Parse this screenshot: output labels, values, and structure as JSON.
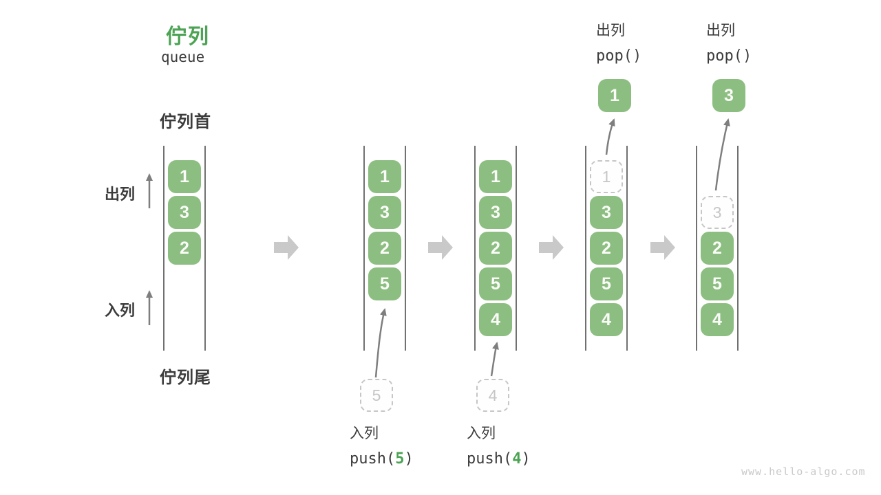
{
  "title": {
    "zh": "佇列",
    "en": "queue"
  },
  "side_labels": {
    "front": "佇列首",
    "rear": "佇列尾",
    "dequeue": "出列",
    "enqueue": "入列"
  },
  "queue_states": [
    {
      "row_offset": 0,
      "cells": [
        {
          "value": "1"
        },
        {
          "value": "3"
        },
        {
          "value": "2"
        }
      ]
    },
    {
      "row_offset": 0,
      "cells": [
        {
          "value": "1"
        },
        {
          "value": "3"
        },
        {
          "value": "2"
        },
        {
          "value": "5"
        }
      ]
    },
    {
      "row_offset": 0,
      "cells": [
        {
          "value": "1"
        },
        {
          "value": "3"
        },
        {
          "value": "2"
        },
        {
          "value": "5"
        },
        {
          "value": "4"
        }
      ]
    },
    {
      "row_offset": 0,
      "cells": [
        {
          "value": "1",
          "ghost": true
        },
        {
          "value": "3"
        },
        {
          "value": "2"
        },
        {
          "value": "5"
        },
        {
          "value": "4"
        }
      ]
    },
    {
      "row_offset": 1,
      "cells": [
        {
          "value": "3",
          "ghost": true
        },
        {
          "value": "2"
        },
        {
          "value": "5"
        },
        {
          "value": "4"
        }
      ]
    }
  ],
  "operations": {
    "push": [
      {
        "label": "入列",
        "code_prefix": "push(",
        "arg": "5",
        "code_suffix": ")",
        "ghost_value": "5"
      },
      {
        "label": "入列",
        "code_prefix": "push(",
        "arg": "4",
        "code_suffix": ")",
        "ghost_value": "4"
      }
    ],
    "pop": [
      {
        "label": "出列",
        "code": "pop()",
        "value": "1"
      },
      {
        "label": "出列",
        "code": "pop()",
        "value": "3"
      }
    ]
  },
  "watermark": "www.hello-algo.com",
  "colors": {
    "cell_green": "#8DBE81",
    "accent_green": "#4BA353",
    "text_dark": "#3C3C3C",
    "block_arrow_gray": "#C9C9C9",
    "thin_arrow_gray": "#7E7E7E",
    "dashed_gray": "#C6C6C6",
    "channel_line": "#4D4D4D",
    "watermark_gray": "#C9C9C9"
  }
}
